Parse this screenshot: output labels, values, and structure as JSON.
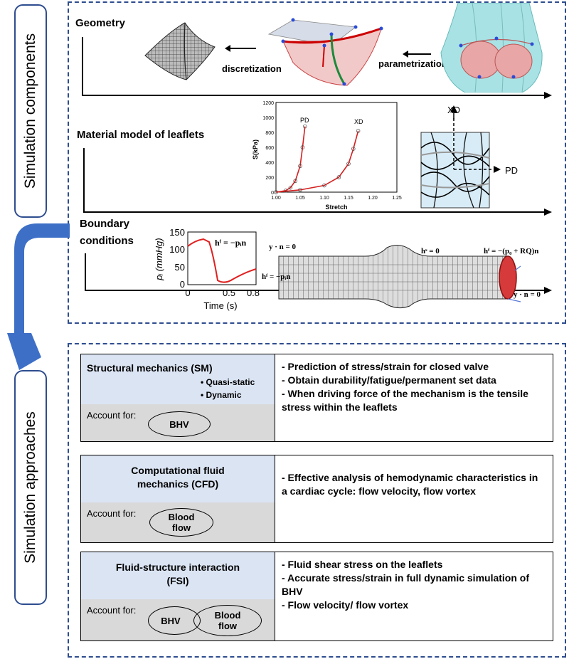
{
  "side_labels": {
    "top": "Simulation components",
    "bottom": "Simulation approaches"
  },
  "geometry": {
    "title": "Geometry",
    "discretization": "discretization",
    "parametrization": "parametrization"
  },
  "material": {
    "title": "Material model of leaflets",
    "chart_ylabel": "S(kPa)",
    "chart_xlabel": "Stretch",
    "curve_pd": "PD",
    "curve_xd": "XD",
    "xticks": [
      "1.00",
      "1.05",
      "1.10",
      "1.15",
      "1.20",
      "1.25"
    ],
    "yticks": [
      "0",
      "200",
      "400",
      "600",
      "800",
      "1000",
      "1200"
    ],
    "axis_xd": "XD",
    "axis_pd": "PD"
  },
  "boundary": {
    "title_line1": "Boundary",
    "title_line2": "conditions",
    "eq_flux": "hᶠ = −pᵢn",
    "plot_ylabel": "pᵢ (mmHg)",
    "plot_xlabel": "Time (s)",
    "plot_yticks": [
      "0",
      "50",
      "100",
      "150"
    ],
    "plot_xticks": [
      "0",
      "0.5",
      "0.8"
    ],
    "bc_yn_left": "y · n = 0",
    "bc_h0": "hˢ = 0",
    "bc_hf_right": "hᶠ = −(p₀ + RQ)n",
    "bc_hf_left": "hᶠ = −pᵢn",
    "bc_yn_right": "y · n = 0"
  },
  "chart_data": {
    "type": "scatter",
    "title": "",
    "xlabel": "Stretch",
    "ylabel": "S(kPa)",
    "xlim": [
      1.0,
      1.25
    ],
    "ylim": [
      0,
      1200
    ],
    "series": [
      {
        "name": "PD",
        "x": [
          1.0,
          1.02,
          1.03,
          1.04,
          1.05,
          1.055,
          1.06
        ],
        "y": [
          0,
          20,
          60,
          150,
          350,
          600,
          880
        ]
      },
      {
        "name": "XD",
        "x": [
          1.0,
          1.05,
          1.1,
          1.13,
          1.15,
          1.16,
          1.17
        ],
        "y": [
          0,
          30,
          90,
          200,
          380,
          580,
          820
        ]
      }
    ]
  },
  "approaches": [
    {
      "title": "Structural mechanics (SM)",
      "bullets": [
        "Quasi-static",
        "Dynamic"
      ],
      "account_label": "Account for:",
      "ellipse1": "BHV",
      "items": [
        "- Prediction of stress/strain for closed valve",
        "- Obtain durability/fatigue/permanent set data",
        "- When driving force of the mechanism is the tensile stress within the leaflets"
      ]
    },
    {
      "title": "Computational fluid mechanics (CFD)",
      "account_label": "Account for:",
      "ellipse1": "Blood flow",
      "items": [
        "- Effective analysis of hemodynamic characteristics in a cardiac cycle: flow velocity, flow vortex"
      ]
    },
    {
      "title": "Fluid-structure interaction (FSI)",
      "account_label": "Account for:",
      "ellipse1": "BHV",
      "ellipse2": "Blood flow",
      "items": [
        "- Fluid shear stress on the leaflets",
        "- Accurate stress/strain in full dynamic simulation of BHV",
        "- Flow velocity/ flow vortex"
      ]
    }
  ],
  "colors": {
    "frame": "#2e4d8f",
    "arrow": "#3d6fc7",
    "card_top": "#dbe4f3",
    "card_bottom": "#d9d9d9",
    "curve_red": "#d42020"
  }
}
